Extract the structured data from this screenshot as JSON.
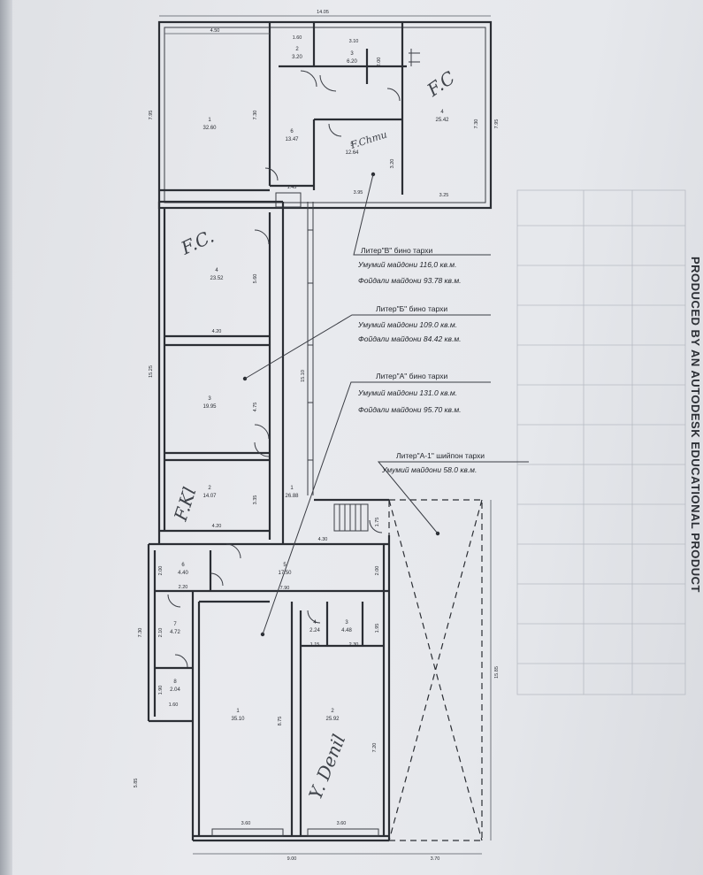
{
  "watermark": "PRODUCED BY AN AUTODESK EDUCATIONAL PRODUCT",
  "callouts": {
    "v": {
      "title": "Литер\"В\" бино тархи",
      "total": "Умумий майдони 116,0 кв.м.",
      "useful": "Фойдали майдони 93.78 кв.м."
    },
    "b": {
      "title": "Литер\"Б\" бино тархи",
      "total": "Умумий майдони 109.0 кв.м.",
      "useful": "Фойдали майдони 84.42 кв.м."
    },
    "a": {
      "title": "Литер\"А\" бино тархи",
      "total": "Умумий майдони 131.0 кв.м.",
      "useful": "Фойдали майдони 95.70 кв.м."
    },
    "a1": {
      "title": "Литер\"А-1\" шийпон тархи",
      "total": "Умумий майдони 58.0 кв.м."
    }
  },
  "rooms": {
    "v1": {
      "num": "1",
      "area": "32.60"
    },
    "v2": {
      "num": "2",
      "area": "3.20"
    },
    "v3": {
      "num": "3",
      "area": "6.20"
    },
    "v4": {
      "num": "4",
      "area": "25.42"
    },
    "v5": {
      "num": "5",
      "area": "12.64"
    },
    "v6": {
      "num": "6",
      "area": "13.47"
    },
    "b4": {
      "num": "4",
      "area": "23.52"
    },
    "b3": {
      "num": "3",
      "area": "19.95"
    },
    "b2": {
      "num": "2",
      "area": "14.07"
    },
    "b1": {
      "num": "1",
      "area": "26.88"
    },
    "a1": {
      "num": "1",
      "area": "35.10"
    },
    "a2": {
      "num": "2",
      "area": "25.92"
    },
    "a3": {
      "num": "3",
      "area": "4.48"
    },
    "a4": {
      "num": "4",
      "area": "2.24"
    },
    "a5": {
      "num": "5",
      "area": "17.50"
    },
    "a6": {
      "num": "6",
      "area": "4.40"
    },
    "a7": {
      "num": "7",
      "area": "4.72"
    },
    "a8": {
      "num": "8",
      "area": "2.04"
    }
  },
  "dims": {
    "top_total": "14.05",
    "v1_w": "4.50",
    "v2_w": "1.60",
    "v3_w": "3.10",
    "v_h_left": "7.95",
    "v_h_right": "7.95",
    "v1_h": "7.30",
    "v4_h": "7.30",
    "v5_h": "3.20",
    "v3_h": "2.00",
    "v_door": "1.45",
    "v5_w": "3.95",
    "v4_w": "3.25",
    "b4_h": "5.60",
    "b4_w": "4.20",
    "b3_h": "4.75",
    "b2_h": "3.35",
    "b2_w": "4.20",
    "b_corr": "15.10",
    "b_total": "15.25",
    "stair_w": "4.30",
    "stair_h": "1.75",
    "a5_w": "7.90",
    "a5_h": "2.00",
    "a6_w": "2.20",
    "a6_h": "2.00",
    "a_left": "7.30",
    "a7_h": "2.10",
    "a8_w": "1.60",
    "a8_h": "1.90",
    "a3_h": "1.95",
    "a4_w": "1.15",
    "a3_w": "2.30",
    "a1_h": "8.75",
    "a1_w": "3.60",
    "a2_h": "7.20",
    "a2_w": "3.60",
    "a_bottom": "5.85",
    "bottom_left": "9.00",
    "bottom_right": "3.70",
    "a1_side": "15.85"
  },
  "handwriting": {
    "n1": "F.C",
    "n2": "F.C.",
    "n3": "F.Kl",
    "n4": "Y. Denil",
    "n5": "F.Chmu"
  }
}
